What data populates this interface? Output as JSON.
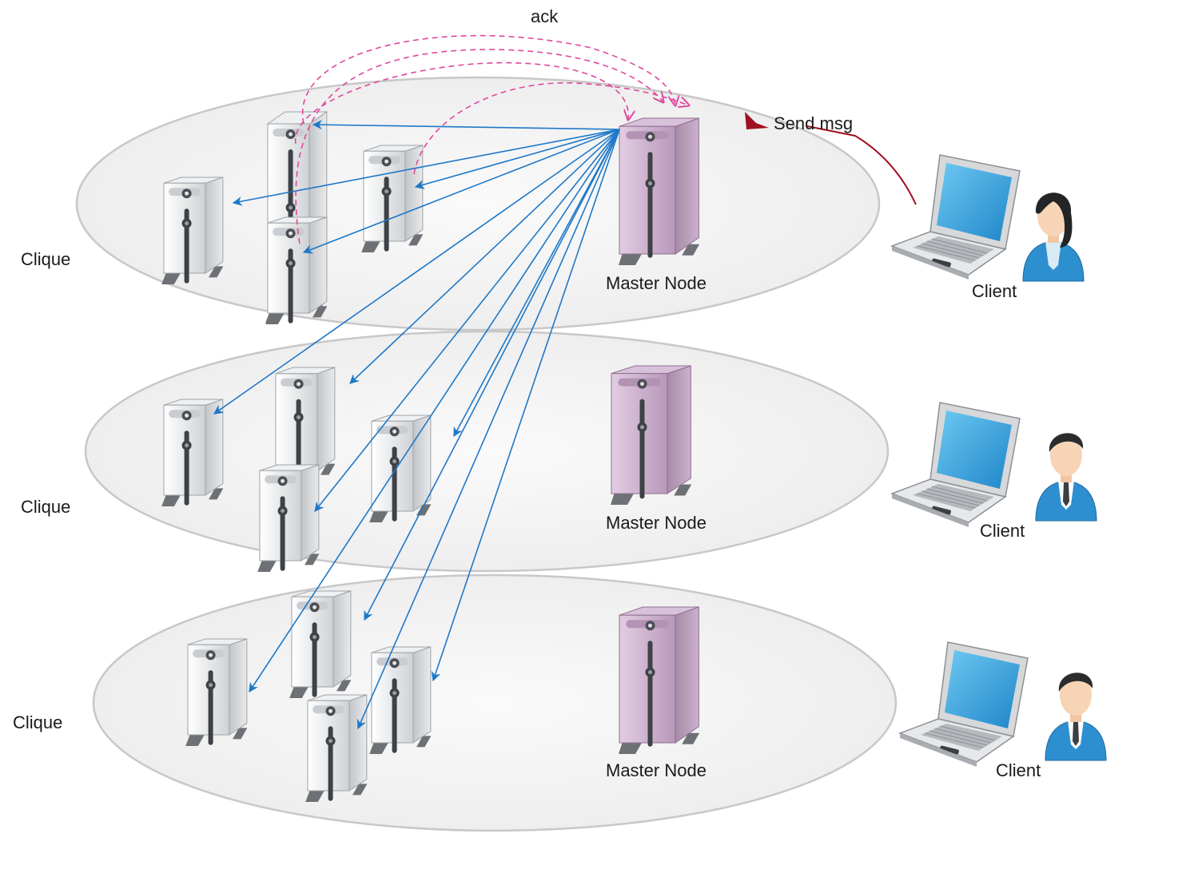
{
  "labels": {
    "ack": "ack",
    "send_msg": "Send msg",
    "clique": "Clique",
    "master_node": "Master Node",
    "client": "Client"
  },
  "colors": {
    "message_arrow": "#1e78c8",
    "ack_arrow": "#e0479e",
    "send_arrow": "#a01020",
    "server_gray": "#d8dadc",
    "server_master": "#c6a8c8",
    "ellipse_fill": "#f2f2f2",
    "ellipse_stroke": "#c8c8c8",
    "screen": "#2a9ad6",
    "suit": "#2d8fd0"
  },
  "icons": {
    "worker": "worker-server-icon",
    "master": "master-server-icon",
    "laptop": "laptop-icon",
    "user": "user-avatar-icon"
  }
}
